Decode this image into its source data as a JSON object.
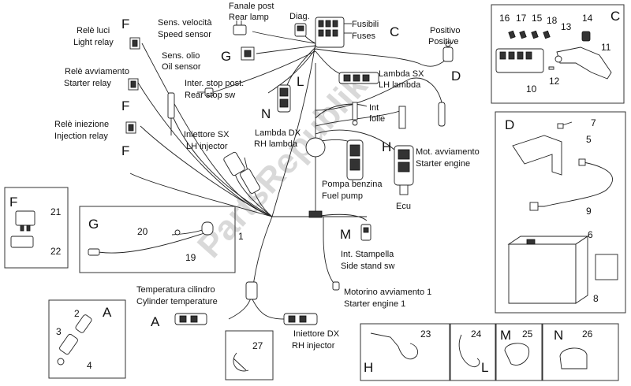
{
  "labels": {
    "rele_luci_it": "Relè luci",
    "rele_luci_en": "Light relay",
    "sens_vel_it": "Sens. velocità",
    "sens_vel_en": "Speed sensor",
    "fanale_it": "Fanale post",
    "fanale_en": "Rear lamp",
    "diag": "Diag.",
    "fusibili_it": "Fusibili",
    "fusibili_en": "Fuses",
    "positivo_it": "Positivo",
    "positivo_en": "Positive",
    "sens_olio_it": "Sens. olio",
    "sens_olio_en": "Oil sensor",
    "rele_avv_it": "Relè avviamento",
    "rele_avv_en": "Starter relay",
    "inter_stop_it": "Inter. stop post.",
    "inter_stop_en": "Rear stop sw",
    "lambda_sx_it": "Lambda SX",
    "lambda_sx_en": "LH lambda",
    "int_folle_it": "Int",
    "int_folle_en": "folle",
    "lambda_dx_it": "Lambda DX",
    "lambda_dx_en": "RH lambda",
    "rele_inj_it": "Relè iniezione",
    "rele_inj_en": "Injection relay",
    "inj_sx_it": "Iniettore SX",
    "inj_sx_en": "LH injector",
    "mot_avv_it": "Mot. avviamento",
    "mot_avv_en": "Starter engine",
    "pompa_it": "Pompa benzina",
    "pompa_en": "Fuel pump",
    "ecu": "Ecu",
    "stampella_it": "Int. Stampella",
    "stampella_en": "Side stand sw",
    "motorino_it": "Motorino avviamento 1",
    "motorino_en": "Starter engine 1",
    "temp_it": "Temperatura cilindro",
    "temp_en": "Cylinder temperature",
    "inj_dx_it": "Iniettore DX",
    "inj_dx_en": "RH injector"
  },
  "letters": {
    "F1": "F",
    "F2": "F",
    "F3": "F",
    "F4": "F",
    "G1": "G",
    "G2": "G",
    "C1": "C",
    "C2": "C",
    "L1": "L",
    "L2": "L",
    "N1": "N",
    "N2": "N",
    "D1": "D",
    "D2": "D",
    "H1": "H",
    "H2": "H",
    "M1": "M",
    "M2": "M",
    "A1": "A",
    "A2": "A"
  },
  "numbers": {
    "n1": "1",
    "n2": "2",
    "n3": "3",
    "n4": "4",
    "n5": "5",
    "n6": "6",
    "n7": "7",
    "n8": "8",
    "n9": "9",
    "n10": "10",
    "n11": "11",
    "n12": "12",
    "n13": "13",
    "n14": "14",
    "n15": "15",
    "n16": "16",
    "n17": "17",
    "n18": "18",
    "n19": "19",
    "n20": "20",
    "n21": "21",
    "n22": "22",
    "n23": "23",
    "n24": "24",
    "n25": "25",
    "n26": "26",
    "n27": "27"
  },
  "watermark": "PartsRepublik"
}
